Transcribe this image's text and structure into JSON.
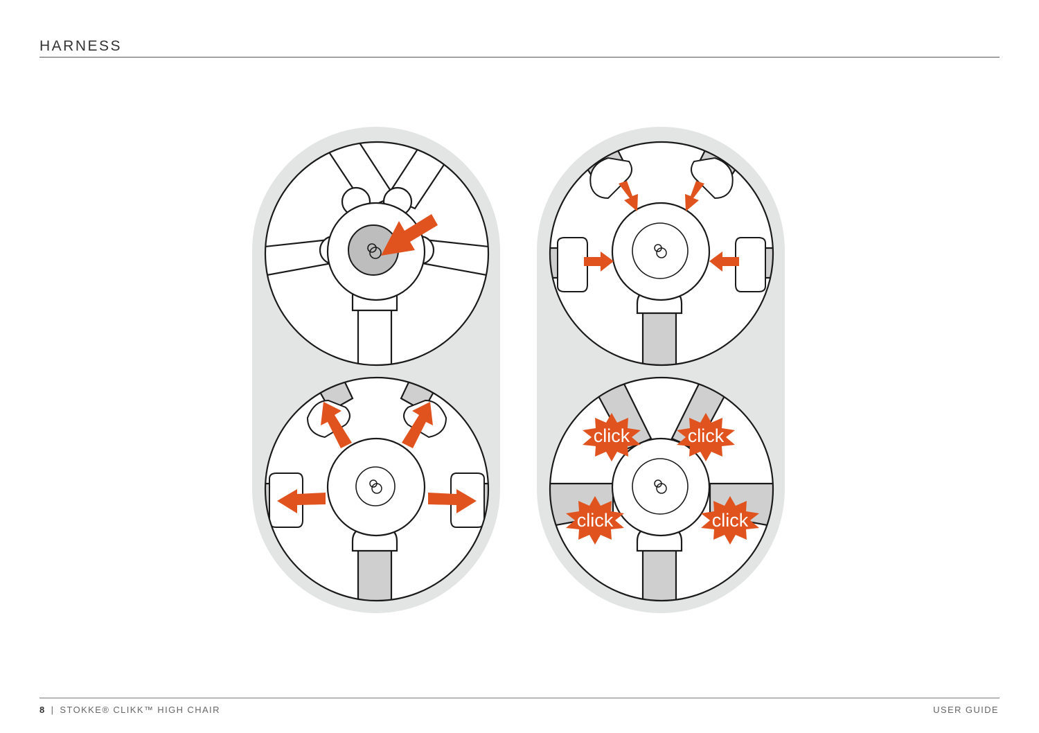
{
  "header": {
    "title": "HARNESS"
  },
  "footer": {
    "page_number": "8",
    "separator": "|",
    "product": "STOKKE® CLIKK™ HIGH CHAIR",
    "doc_type": "USER GUIDE"
  },
  "illustration": {
    "click_label": "click",
    "accent_color": "#e0531f",
    "panel_color": "#e3e4e4"
  }
}
